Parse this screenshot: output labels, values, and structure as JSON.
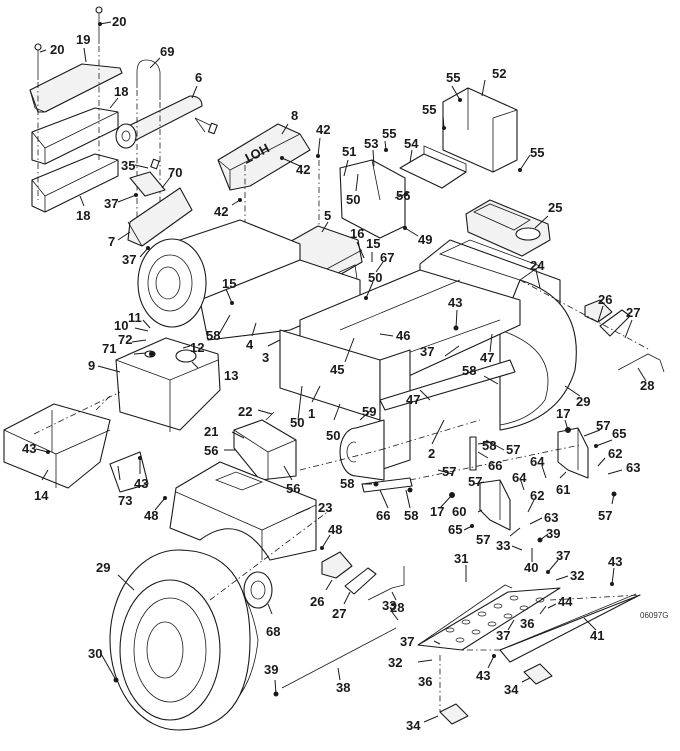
{
  "diagram": {
    "title": "Chassis exploded parts view",
    "figure_id": "06097G",
    "callouts": [
      {
        "id": "c20a",
        "label": "20"
      },
      {
        "id": "c20b",
        "label": "20"
      },
      {
        "id": "c19",
        "label": "19"
      },
      {
        "id": "c69",
        "label": "69"
      },
      {
        "id": "c6",
        "label": "6"
      },
      {
        "id": "c18a",
        "label": "18"
      },
      {
        "id": "c18b",
        "label": "18"
      },
      {
        "id": "c35",
        "label": "35"
      },
      {
        "id": "c70",
        "label": "70"
      },
      {
        "id": "c37a",
        "label": "37"
      },
      {
        "id": "c7",
        "label": "7"
      },
      {
        "id": "c37b",
        "label": "37"
      },
      {
        "id": "c8",
        "label": "8"
      },
      {
        "id": "c42a",
        "label": "42"
      },
      {
        "id": "c42b",
        "label": "42"
      },
      {
        "id": "c42c",
        "label": "42"
      },
      {
        "id": "c5",
        "label": "5"
      },
      {
        "id": "c16",
        "label": "16"
      },
      {
        "id": "c15a",
        "label": "15"
      },
      {
        "id": "c67",
        "label": "67"
      },
      {
        "id": "c51",
        "label": "51"
      },
      {
        "id": "c53",
        "label": "53"
      },
      {
        "id": "c55a",
        "label": "55"
      },
      {
        "id": "c50a",
        "label": "50"
      },
      {
        "id": "c54",
        "label": "54"
      },
      {
        "id": "c56a",
        "label": "56"
      },
      {
        "id": "c49",
        "label": "49"
      },
      {
        "id": "c55b",
        "label": "55"
      },
      {
        "id": "c52",
        "label": "52"
      },
      {
        "id": "c55c",
        "label": "55"
      },
      {
        "id": "c55d",
        "label": "55"
      },
      {
        "id": "c25",
        "label": "25"
      },
      {
        "id": "c24",
        "label": "24"
      },
      {
        "id": "c26a",
        "label": "26"
      },
      {
        "id": "c27a",
        "label": "27"
      },
      {
        "id": "c28a",
        "label": "28"
      },
      {
        "id": "c29a",
        "label": "29"
      },
      {
        "id": "c50b",
        "label": "50"
      },
      {
        "id": "c43a",
        "label": "43"
      },
      {
        "id": "c46",
        "label": "46"
      },
      {
        "id": "c37c",
        "label": "37"
      },
      {
        "id": "c47a",
        "label": "47"
      },
      {
        "id": "c45",
        "label": "45"
      },
      {
        "id": "c58a",
        "label": "58"
      },
      {
        "id": "c47b",
        "label": "47"
      },
      {
        "id": "c2",
        "label": "2"
      },
      {
        "id": "c15b",
        "label": "15"
      },
      {
        "id": "c58b",
        "label": "58"
      },
      {
        "id": "c10",
        "label": "10"
      },
      {
        "id": "c11",
        "label": "11"
      },
      {
        "id": "c72",
        "label": "72"
      },
      {
        "id": "c71",
        "label": "71"
      },
      {
        "id": "c12",
        "label": "12"
      },
      {
        "id": "c13",
        "label": "13"
      },
      {
        "id": "c4",
        "label": "4"
      },
      {
        "id": "c3",
        "label": "3"
      },
      {
        "id": "c9",
        "label": "9"
      },
      {
        "id": "c22",
        "label": "22"
      },
      {
        "id": "c21",
        "label": "21"
      },
      {
        "id": "c56b",
        "label": "56"
      },
      {
        "id": "c56c",
        "label": "56"
      },
      {
        "id": "c50c",
        "label": "50"
      },
      {
        "id": "c50d",
        "label": "50"
      },
      {
        "id": "c1",
        "label": "1"
      },
      {
        "id": "c59",
        "label": "59"
      },
      {
        "id": "c43b",
        "label": "43"
      },
      {
        "id": "c14",
        "label": "14"
      },
      {
        "id": "c73",
        "label": "73"
      },
      {
        "id": "c43c",
        "label": "43"
      },
      {
        "id": "c48a",
        "label": "48"
      },
      {
        "id": "c23",
        "label": "23"
      },
      {
        "id": "c48b",
        "label": "48"
      },
      {
        "id": "c17a",
        "label": "17"
      },
      {
        "id": "c57a",
        "label": "57"
      },
      {
        "id": "c65a",
        "label": "65"
      },
      {
        "id": "c62a",
        "label": "62"
      },
      {
        "id": "c63a",
        "label": "63"
      },
      {
        "id": "c61",
        "label": "61"
      },
      {
        "id": "c57b",
        "label": "57"
      },
      {
        "id": "c64a",
        "label": "64"
      },
      {
        "id": "c58c",
        "label": "58"
      },
      {
        "id": "c66a",
        "label": "66"
      },
      {
        "id": "c57c",
        "label": "57"
      },
      {
        "id": "c57d",
        "label": "57"
      },
      {
        "id": "c58d",
        "label": "58"
      },
      {
        "id": "c66b",
        "label": "66"
      },
      {
        "id": "c58e",
        "label": "58"
      },
      {
        "id": "c17b",
        "label": "17"
      },
      {
        "id": "c57e",
        "label": "57"
      },
      {
        "id": "c64b",
        "label": "64"
      },
      {
        "id": "c62b",
        "label": "62"
      },
      {
        "id": "c60",
        "label": "60"
      },
      {
        "id": "c63b",
        "label": "63"
      },
      {
        "id": "c65b",
        "label": "65"
      },
      {
        "id": "c57f",
        "label": "57"
      },
      {
        "id": "c33a",
        "label": "33"
      },
      {
        "id": "c39a",
        "label": "39"
      },
      {
        "id": "c40",
        "label": "40"
      },
      {
        "id": "c37d",
        "label": "37"
      },
      {
        "id": "c31",
        "label": "31"
      },
      {
        "id": "c32a",
        "label": "32"
      },
      {
        "id": "c43d",
        "label": "43"
      },
      {
        "id": "c44",
        "label": "44"
      },
      {
        "id": "c36a",
        "label": "36"
      },
      {
        "id": "c37e",
        "label": "37"
      },
      {
        "id": "c41",
        "label": "41"
      },
      {
        "id": "c29b",
        "label": "29"
      },
      {
        "id": "c68",
        "label": "68"
      },
      {
        "id": "c26b",
        "label": "26"
      },
      {
        "id": "c27b",
        "label": "27"
      },
      {
        "id": "c28b",
        "label": "28"
      },
      {
        "id": "c33b",
        "label": "33"
      },
      {
        "id": "c37f",
        "label": "37"
      },
      {
        "id": "c32b",
        "label": "32"
      },
      {
        "id": "c36b",
        "label": "36"
      },
      {
        "id": "c43e",
        "label": "43"
      },
      {
        "id": "c34a",
        "label": "34"
      },
      {
        "id": "c30",
        "label": "30"
      },
      {
        "id": "c38",
        "label": "38"
      },
      {
        "id": "c39b",
        "label": "39"
      },
      {
        "id": "c34b",
        "label": "34"
      }
    ]
  }
}
